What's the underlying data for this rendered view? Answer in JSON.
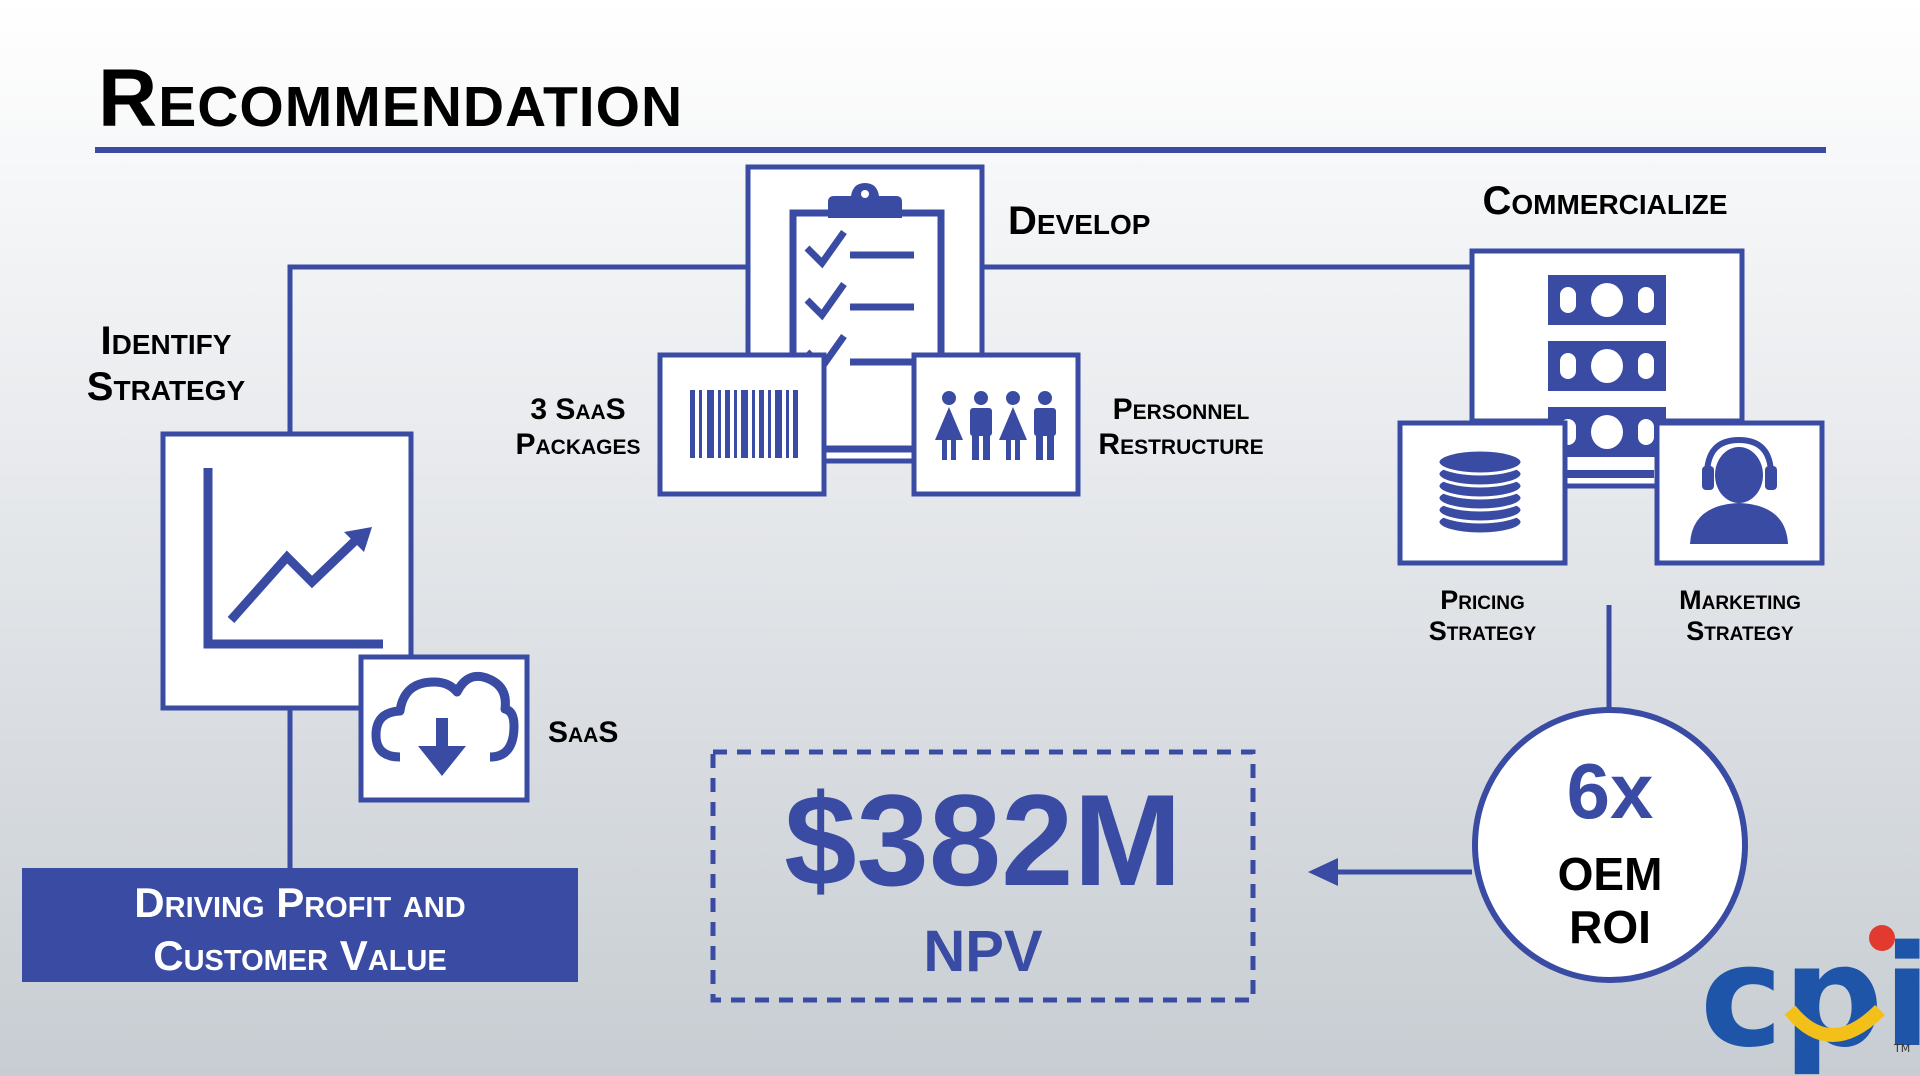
{
  "slide": {
    "title": "Recommendation",
    "stages": {
      "identify": "Identify\nStrategy",
      "develop": "Develop",
      "commercialize": "Commercialize"
    },
    "sub_labels": {
      "saas": "SaaS",
      "saas_packages": "3 SaaS\nPackages",
      "personnel": "Personnel\nRestructure",
      "pricing": "Pricing\nStrategy",
      "marketing": "Marketing\nStrategy"
    },
    "banner": "Driving Profit and\nCustomer Value",
    "npv": {
      "value": "$382M",
      "label": "NPV"
    },
    "roi": {
      "value": "6x",
      "label": "OEM\nROI"
    },
    "logo": {
      "text": "cpi",
      "tm": "TM"
    },
    "colors": {
      "accent_blue": "#3a4ba4",
      "logo_blue": "#1f55a8",
      "logo_yellow": "#f3c01a",
      "logo_red": "#e23a2f"
    },
    "icons": [
      "line-chart-icon",
      "cloud-download-icon",
      "clipboard-checklist-icon",
      "barcode-icon",
      "people-icon",
      "cash-stack-icon",
      "coin-stack-icon",
      "headset-person-icon"
    ]
  }
}
